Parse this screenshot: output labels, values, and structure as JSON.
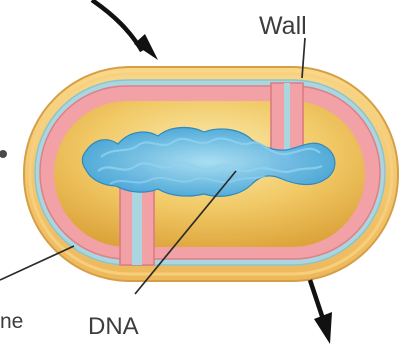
{
  "labels": {
    "wall": "Wall",
    "dna": "DNA",
    "partial_left": "ne"
  },
  "colors": {
    "wall_outer": "#f4c870",
    "wall_edge": "#d79e45",
    "membrane_blue": "#a9d6df",
    "membrane_pink": "#f2a1a6",
    "membrane_pink_edge": "#d97c84",
    "cytoplasm_light": "#f7e28f",
    "cytoplasm_dark": "#e1ad3b",
    "dna": "#36a3da",
    "dna_light": "#8fd2f1",
    "leader_line": "#2b2b2b",
    "arrow": "#111111"
  },
  "icons": {
    "top_arrow": "arrow-down-right-icon",
    "bottom_arrow": "arrow-down-icon"
  }
}
